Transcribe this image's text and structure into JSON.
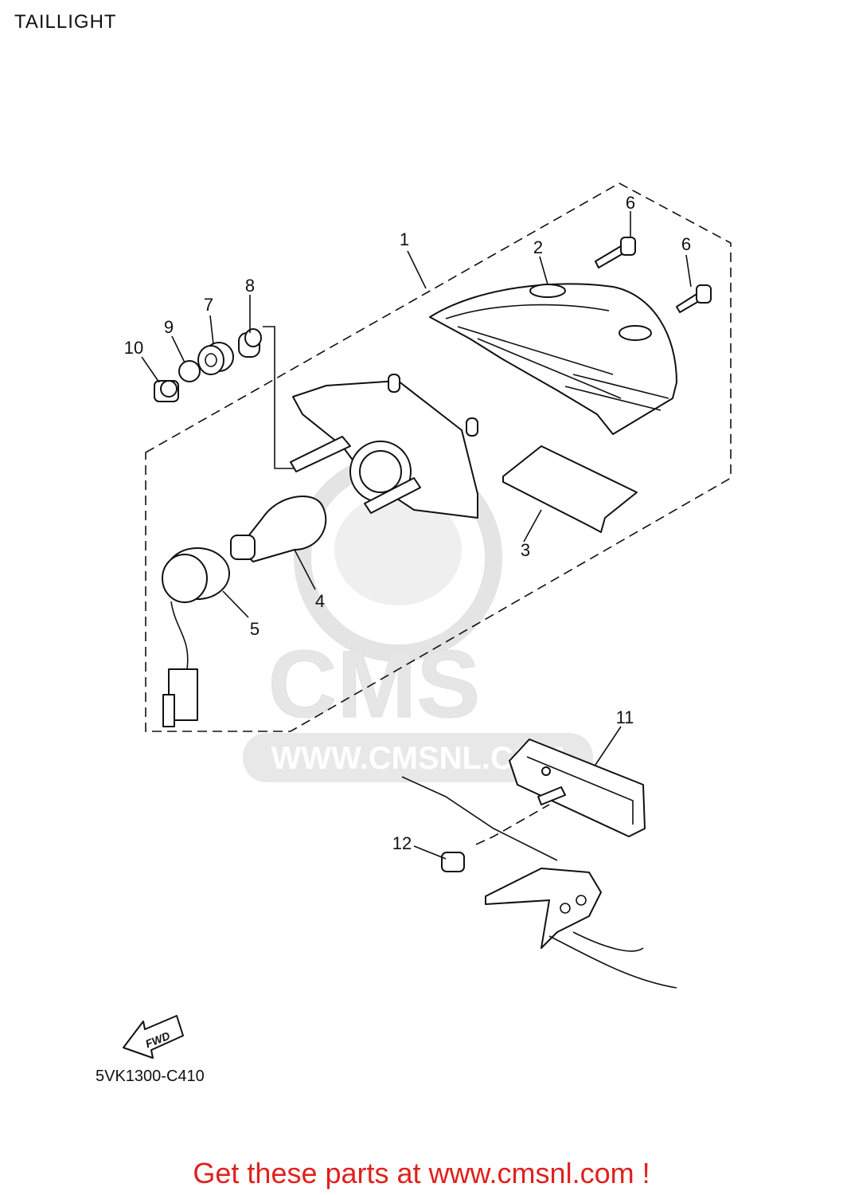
{
  "title": "TAILLIGHT",
  "diagram_code": "5VK1300-C410",
  "promo_text": "Get these parts at www.cmsnl.com !",
  "watermark": {
    "brand": "CMS",
    "url": "WWW.CMSNL.COM"
  },
  "fwd_label": "FWD",
  "callouts": [
    {
      "id": "1",
      "label": "1"
    },
    {
      "id": "2",
      "label": "2"
    },
    {
      "id": "3",
      "label": "3"
    },
    {
      "id": "4",
      "label": "4"
    },
    {
      "id": "5",
      "label": "5"
    },
    {
      "id": "6a",
      "label": "6"
    },
    {
      "id": "6b",
      "label": "6"
    },
    {
      "id": "7",
      "label": "7"
    },
    {
      "id": "8",
      "label": "8"
    },
    {
      "id": "9",
      "label": "9"
    },
    {
      "id": "10",
      "label": "10"
    },
    {
      "id": "11",
      "label": "11"
    },
    {
      "id": "12",
      "label": "12"
    }
  ],
  "colors": {
    "promo": "#e0201c",
    "line": "#111111",
    "watermark": "#e6e6e6"
  }
}
